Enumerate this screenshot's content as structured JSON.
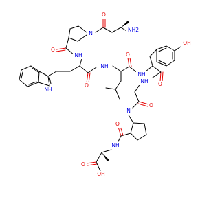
{
  "molecule": {
    "atom_labels": {
      "nh2": "NH2",
      "nh_pro1_amide": "NH",
      "n_pro1": "N",
      "o_ala1": "O",
      "o_pro1": "O",
      "nh_indole": "NH",
      "nh_trp_leu": "NH",
      "o_trp": "O",
      "o_leu": "O",
      "nh_leu_tyr": "NH",
      "oh_tyr": "OH",
      "nh_gly": "NH",
      "o_tyr": "O",
      "o_gly": "O",
      "n_pro2": "N",
      "o_pro2": "O",
      "nh_ala2": "NH",
      "oh_acid": "OH",
      "o_acid": "O"
    },
    "colors": {
      "carbon": "#000000",
      "oxygen": "#e60000",
      "nitrogen": "#0000e6",
      "background": "#ffffff"
    }
  }
}
